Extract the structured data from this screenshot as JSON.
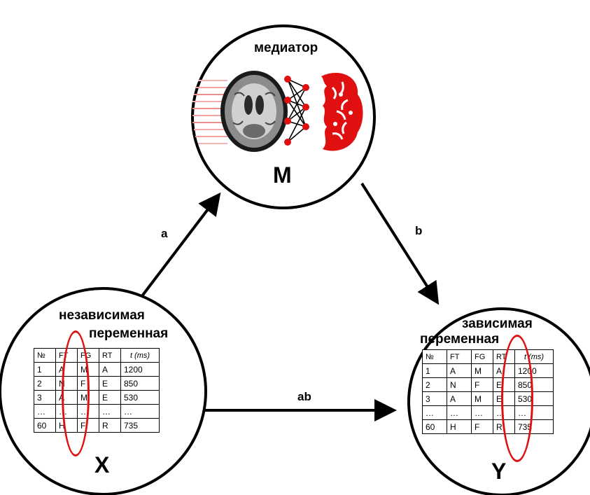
{
  "mediator": {
    "title": "медиатор",
    "letter": "M"
  },
  "independent": {
    "line1": "независимая",
    "line2": "переменная",
    "letter": "X"
  },
  "dependent": {
    "line1": "зависимая",
    "line2": "переменная",
    "letter": "Y"
  },
  "paths": {
    "a": "a",
    "b": "b",
    "ab": "ab"
  },
  "table": {
    "headers": [
      "№",
      "FT",
      "FG",
      "RT",
      "t (ms)"
    ],
    "rows": [
      [
        "1",
        "A",
        "M",
        "A",
        "1200"
      ],
      [
        "2",
        "N",
        "F",
        "E",
        "850"
      ],
      [
        "3",
        "A",
        "M",
        "E",
        "530"
      ],
      [
        "…",
        "…",
        "…",
        "…",
        "…"
      ],
      [
        "60",
        "H",
        "F",
        "R",
        "735"
      ]
    ]
  },
  "colors": {
    "highlight": "#e01010",
    "network_nodes": "#e01010",
    "lines": "#000000"
  },
  "icons": [
    "brain-mri-icon",
    "neural-network-icon",
    "brain-segmentation-icon"
  ]
}
